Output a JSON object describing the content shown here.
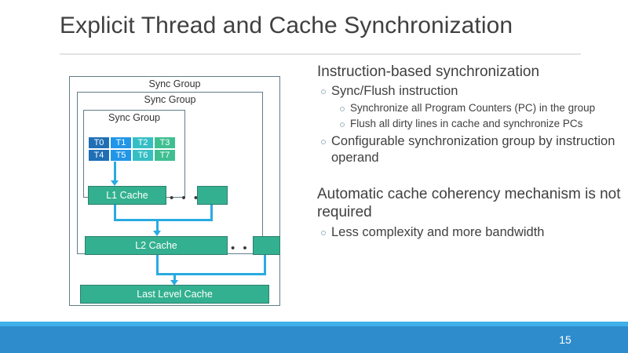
{
  "slide": {
    "title": "Explicit Thread and Cache Synchronization",
    "page_number": "15"
  },
  "content": {
    "section1": {
      "heading": "Instruction-based synchronization",
      "bullet1": "Sync/Flush instruction",
      "sub1": "Synchronize all Program Counters (PC) in the group",
      "sub2": "Flush all dirty lines in cache and synchronize PCs",
      "bullet2": "Configurable synchronization group by instruction operand"
    },
    "section2": {
      "heading": "Automatic cache coherency mechanism is not required",
      "bullet1": "Less complexity and more bandwidth"
    }
  },
  "diagram": {
    "group_outer_label": "Sync Group",
    "group_middle_label": "Sync Group",
    "group_inner_label": "Sync Group",
    "threads": [
      {
        "label": "T0",
        "color": "#1f6fb5"
      },
      {
        "label": "T1",
        "color": "#2196e8"
      },
      {
        "label": "T2",
        "color": "#35bfc4"
      },
      {
        "label": "T3",
        "color": "#3fbf8f"
      },
      {
        "label": "T4",
        "color": "#1f6fb5"
      },
      {
        "label": "T5",
        "color": "#2196e8"
      },
      {
        "label": "T6",
        "color": "#35bfc4"
      },
      {
        "label": "T7",
        "color": "#3fbf8f"
      }
    ],
    "l1_cache_label": "L1 Cache",
    "l1_cache_peer_label": "",
    "l2_cache_label": "L2 Cache",
    "l2_cache_peer_label": "",
    "last_level_cache_label": "Last Level Cache",
    "ellipsis_l1": "• • •",
    "ellipsis_l2": "• • •"
  },
  "colors": {
    "cache_fill": "#33b08f",
    "connector": "#29abe2",
    "footer_bar": "#2e8ccd",
    "footer_stripe": "#3fb0e8",
    "title": "#404040"
  }
}
